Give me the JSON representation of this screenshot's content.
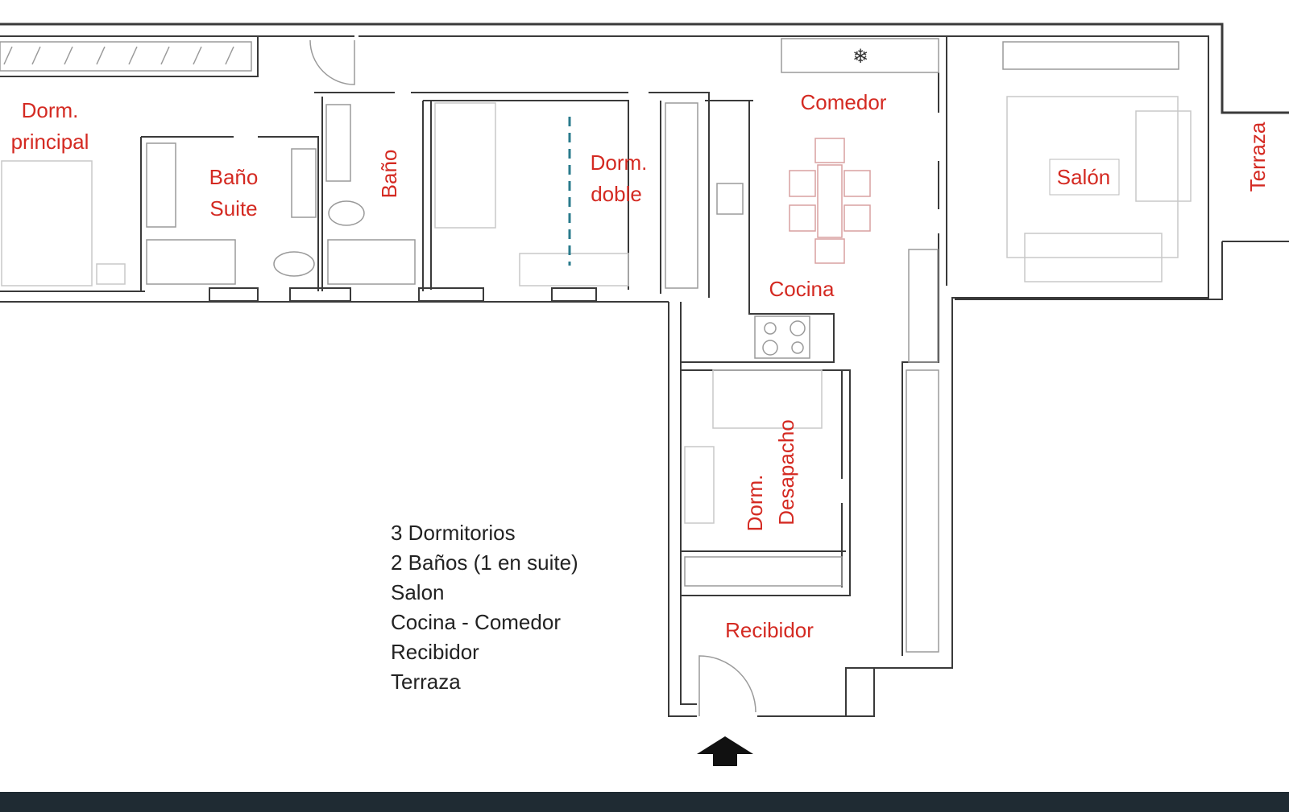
{
  "rooms": {
    "dorm_principal": [
      "Dorm.",
      "principal"
    ],
    "bano_suite": [
      "Baño",
      "Suite"
    ],
    "bano": "Baño",
    "dorm_doble": [
      "Dorm.",
      "doble"
    ],
    "comedor": "Comedor",
    "salon": "Salón",
    "terraza": "Terraza",
    "cocina": "Cocina",
    "dorm_despacho": [
      "Dorm.",
      "Desapacho"
    ],
    "recibidor": "Recibidor"
  },
  "summary": [
    "3 Dormitorios",
    "2 Baños (1 en suite)",
    "Salon",
    "Cocina - Comedor",
    "Recibidor",
    "Terraza"
  ],
  "colors": {
    "label": "#d42a22",
    "wall": "#3a3a3a",
    "footer": "#1f2b33"
  },
  "icons": {
    "fridge": "snowflake-icon",
    "entrance": "arrow-up-icon"
  }
}
